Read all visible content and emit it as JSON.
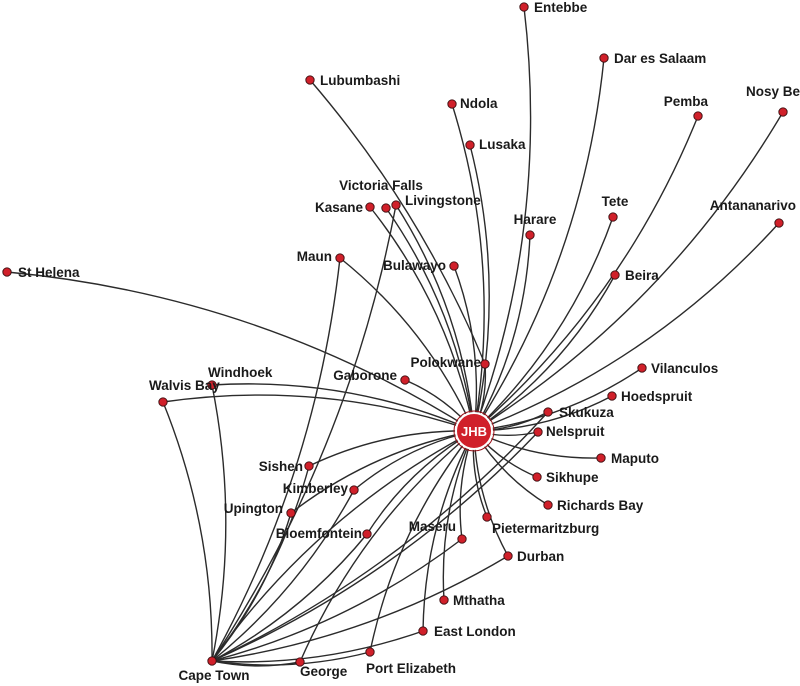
{
  "hub": {
    "code": "JHB"
  },
  "colors": {
    "node": "#d0202a",
    "line": "#2b2b2b",
    "hub": "#d0202a"
  },
  "destinations": {
    "entebbe": "Entebbe",
    "dar_es_salaam": "Dar es Salaam",
    "lubumbashi": "Lubumbashi",
    "ndola": "Ndola",
    "pemba": "Pemba",
    "nosy_be": "Nosy Be",
    "lusaka": "Lusaka",
    "victoria_falls": "Victoria Falls",
    "kasane": "Kasane",
    "livingstone": "Livingstone",
    "tete": "Tete",
    "antananarivo": "Antananarivo",
    "harare": "Harare",
    "maun": "Maun",
    "bulawayo": "Bulawayo",
    "beira": "Beira",
    "st_helena": "St Helena",
    "polokwane": "Polokwane",
    "vilanculos": "Vilanculos",
    "windhoek": "Windhoek",
    "gaborone": "Gaborone",
    "walvis_bay": "Walvis Bay",
    "hoedspruit": "Hoedspruit",
    "skukuza": "Skukuza",
    "nelspruit": "Nelspruit",
    "maputo": "Maputo",
    "sishen": "Sishen",
    "sikhupe": "Sikhupe",
    "kimberley": "Kimberley",
    "richards_bay": "Richards Bay",
    "upington": "Upington",
    "pietermaritzburg": "Pietermaritzburg",
    "bloemfontein": "Bloemfontein",
    "maseru": "Maseru",
    "durban": "Durban",
    "mthatha": "Mthatha",
    "east_london": "East London",
    "cape_town": "Cape Town",
    "george": "George",
    "port_elizabeth": "Port Elizabeth"
  },
  "routes_from_hub": [
    "entebbe",
    "dar_es_salaam",
    "ndola",
    "pemba",
    "nosy_be",
    "lusaka",
    "victoria_falls",
    "kasane",
    "livingstone",
    "tete",
    "antananarivo",
    "harare",
    "maun",
    "bulawayo",
    "beira",
    "st_helena",
    "polokwane",
    "vilanculos",
    "windhoek",
    "gaborone",
    "walvis_bay",
    "hoedspruit",
    "skukuza",
    "nelspruit",
    "maputo",
    "sishen",
    "sikhupe",
    "kimberley",
    "richards_bay",
    "upington",
    "pietermaritzburg",
    "bloemfontein",
    "maseru",
    "durban",
    "mthatha",
    "east_london",
    "cape_town",
    "george",
    "port_elizabeth"
  ],
  "routes_from_cape_town": [
    "walvis_bay",
    "windhoek",
    "maun",
    "livingstone",
    "sishen",
    "upington",
    "kimberley",
    "bloemfontein",
    "nelspruit",
    "skukuza",
    "maseru",
    "durban",
    "east_london",
    "george",
    "port_elizabeth"
  ],
  "other_routes": [
    [
      "lubumbashi",
      "polokwane"
    ]
  ]
}
